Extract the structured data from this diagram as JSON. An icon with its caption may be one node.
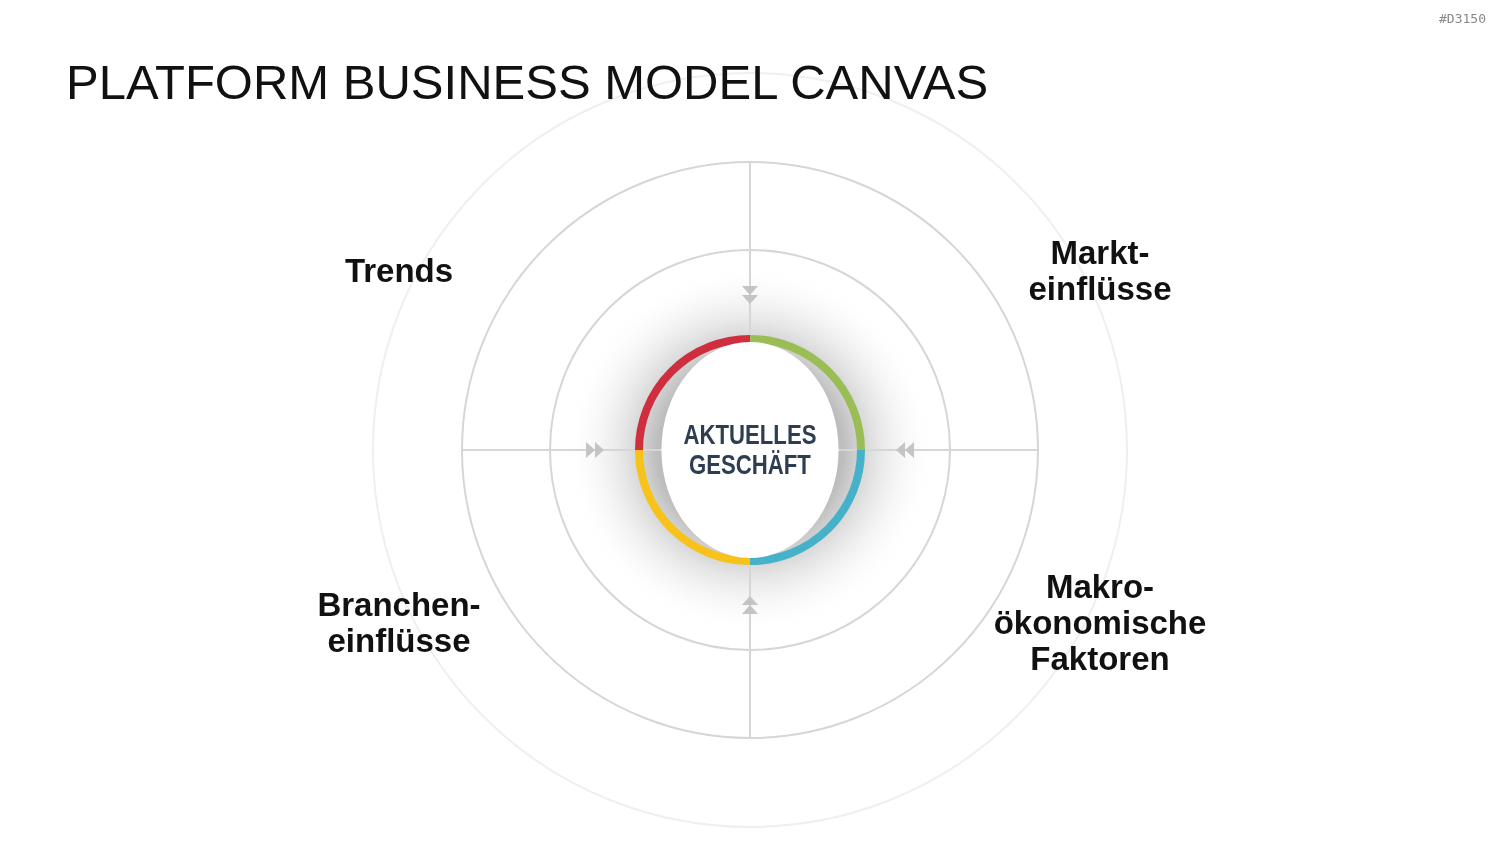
{
  "diagram": {
    "title": "PLATFORM BUSINESS MODEL CANVAS",
    "nodes": [
      {
        "text": [
          "AKTUELLES GESCHÄFT"
        ]
      }
    ],
    "labels": [
      "#D3150",
      "Trends",
      "Markt- einflüsse",
      "Branchen- einflüsse",
      "Makro- ökonomische Faktoren"
    ]
  }
}
